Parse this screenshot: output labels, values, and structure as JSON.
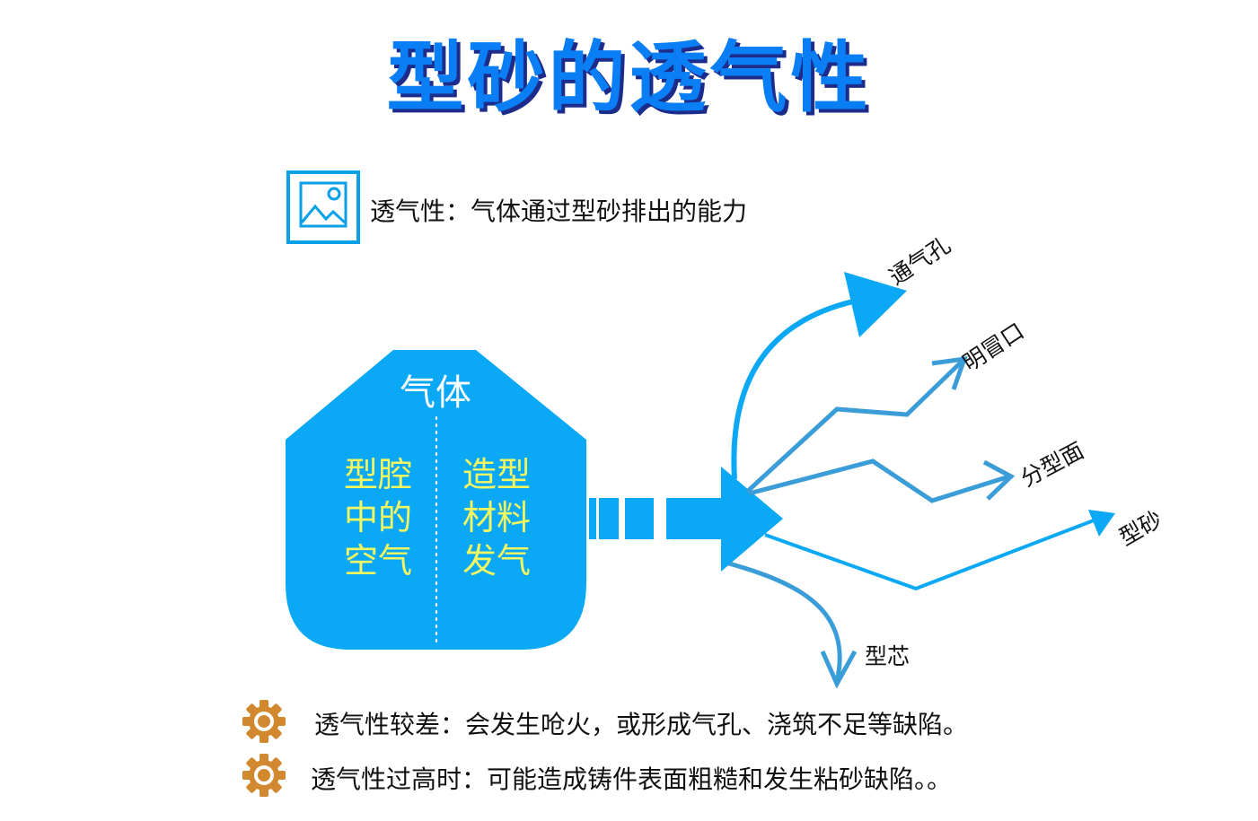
{
  "title": "型砂的透气性",
  "definition": "透气性：气体通过型砂排出的能力",
  "gas_block": {
    "title": "气体",
    "left_column": [
      "型腔",
      "中的",
      "空气"
    ],
    "right_column": [
      "造型",
      "材料",
      "发气"
    ]
  },
  "outlets": [
    {
      "label": "通气孔"
    },
    {
      "label": "明冒口"
    },
    {
      "label": "分型面"
    },
    {
      "label": "型砂"
    },
    {
      "label": "型芯"
    }
  ],
  "notes": [
    {
      "text": "透气性较差：会发生呛火，或形成气孔、浇筑不足等缺陷。",
      "icon": "gear-icon"
    },
    {
      "text": "透气性过高时：可能造成铸件表面粗糙和发生粘砂缺陷。。",
      "icon": "gear-icon"
    }
  ],
  "colors": {
    "title": "#0a7ff5",
    "title_shadow": "#1d2c8a",
    "block": "#0aa8f5",
    "arrow": "#3a9dd8",
    "block_text": "#f4f760",
    "gear": "#d2882f"
  }
}
